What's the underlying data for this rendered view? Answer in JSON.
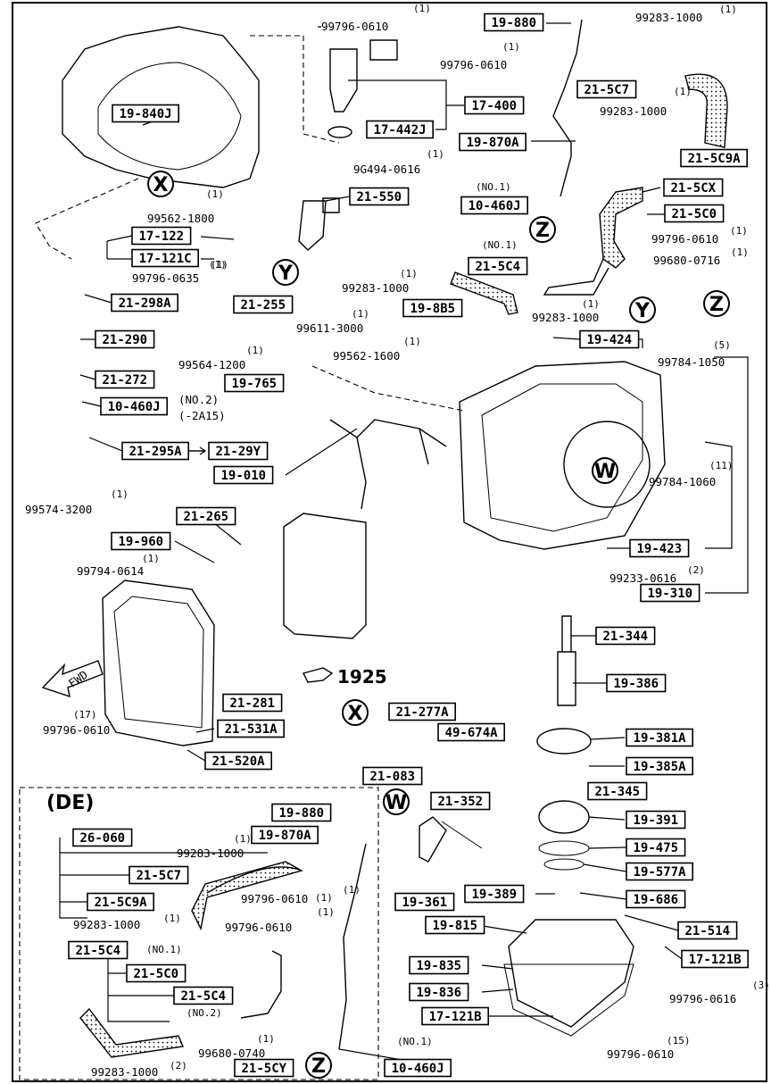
{
  "section_title": "(DE)",
  "page_ref": "1925",
  "fwd_label": "FWD",
  "zones": [
    "X",
    "Y",
    "Z",
    "W"
  ],
  "boxed_parts": [
    "19-880",
    "21-5C7",
    "21-5C9A",
    "17-400",
    "17-442J",
    "19-840J",
    "19-870A",
    "21-550",
    "10-460J",
    "21-5CX",
    "21-5C0",
    "17-122",
    "17-121C",
    "21-5C4",
    "21-298A",
    "21-255",
    "19-8B5",
    "19-424",
    "21-290",
    "19-765",
    "21-272",
    "10-460J",
    "21-295A",
    "21-29Y",
    "19-010",
    "21-265",
    "19-960",
    "19-423",
    "19-310",
    "21-344",
    "19-386",
    "21-281",
    "21-531A",
    "21-520A",
    "21-277A",
    "49-674A",
    "19-381A",
    "19-385A",
    "21-083",
    "21-345",
    "19-880",
    "19-870A",
    "21-352",
    "19-391",
    "26-060",
    "19-475",
    "21-5C7",
    "19-577A",
    "21-5C9A",
    "19-361",
    "19-389",
    "19-686",
    "19-815",
    "21-514",
    "21-5C4",
    "21-5C0",
    "19-835",
    "17-121B",
    "21-5C4",
    "19-836",
    "17-121B",
    "21-5CY",
    "10-460J"
  ],
  "plain_parts": [
    "99796-0610",
    "99283-1000",
    "99796-0610",
    "99283-1000",
    "9G494-0616",
    "99562-1800",
    "99796-0635",
    "99796-0610",
    "99680-0716",
    "99283-1000",
    "99283-1000",
    "99611-3000",
    "99564-1200",
    "99562-1600",
    "99784-1050",
    "99784-1060",
    "99574-3200",
    "99794-0614",
    "99233-0616",
    "99796-0610",
    "99283-1000",
    "99796-0610",
    "99283-1000",
    "99796-0610",
    "99680-0740",
    "99283-1000",
    "99796-0616",
    "99796-0610"
  ],
  "quantities": [
    "(1)",
    "(1)",
    "(1)",
    "(1)",
    "(1)",
    "(1)",
    "(NO.1)",
    "(1)",
    "(1)",
    "(1)",
    "(NO.1)",
    "(1)",
    "(1)",
    "(1)",
    "(1)",
    "(1)",
    "(5)",
    "(1)",
    "(11)",
    "(2)",
    "(1)",
    "(1)",
    "(17)",
    "(1)",
    "(1)",
    "(1)",
    "(1)",
    "(NO.1)",
    "(NO.2)",
    "(1)",
    "(2)",
    "(NO.1)",
    "(3)",
    "(15)",
    "(1)"
  ],
  "notes": {
    "no2_a": "(NO.2)",
    "no2_b": "(-2A15)"
  }
}
